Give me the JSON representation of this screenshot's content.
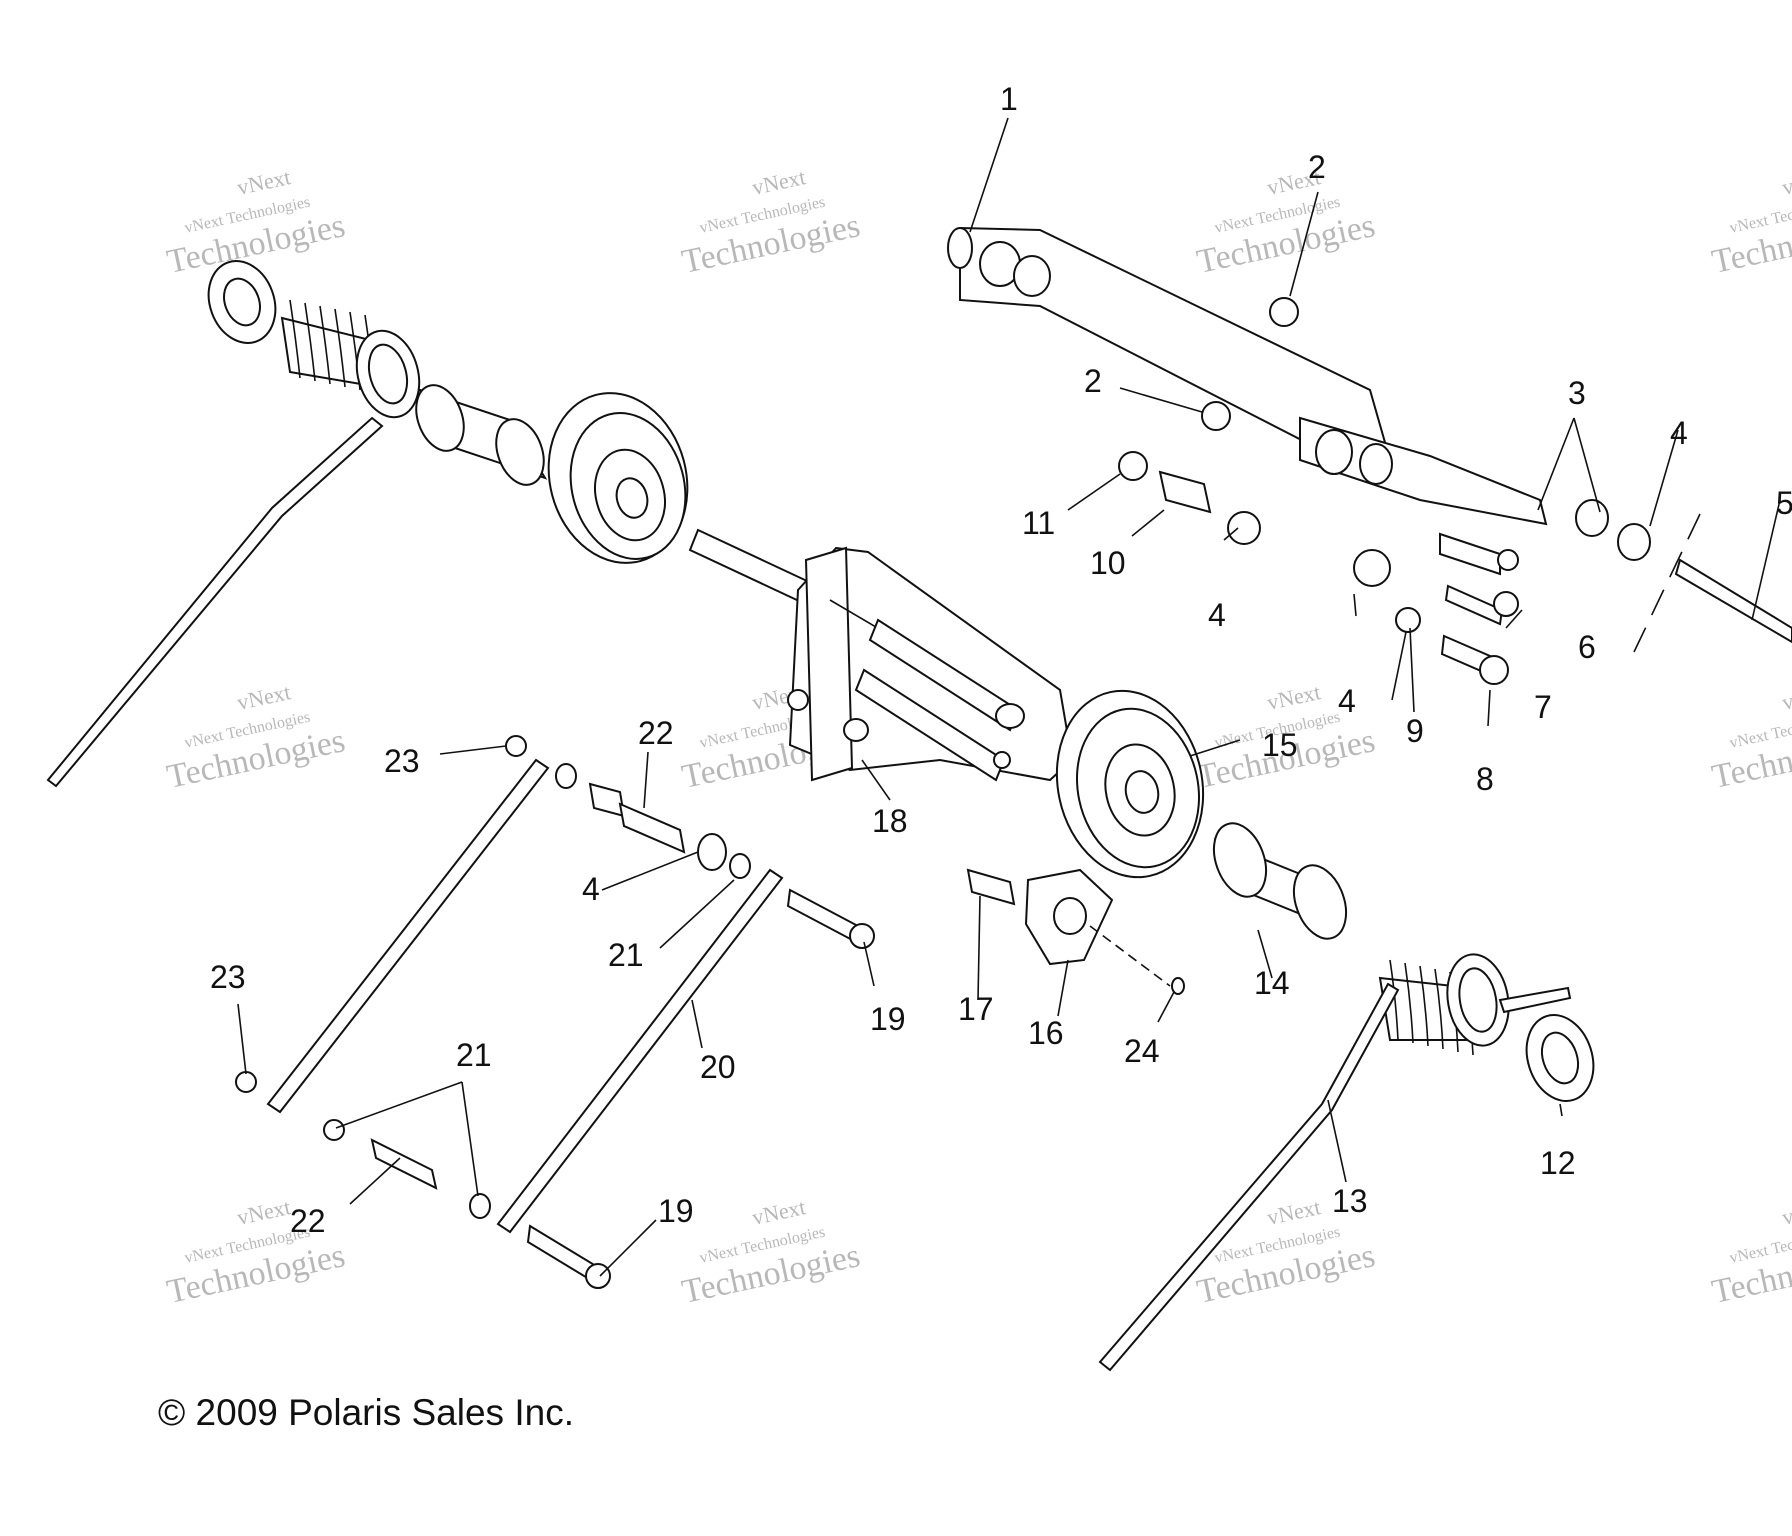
{
  "diagram": {
    "callouts": [
      "1",
      "2",
      "2",
      "3",
      "4",
      "5",
      "4",
      "6",
      "7",
      "4",
      "8",
      "9",
      "10",
      "11",
      "12",
      "13",
      "14",
      "15",
      "16",
      "17",
      "18",
      "19",
      "19",
      "20",
      "21",
      "21",
      "22",
      "22",
      "23",
      "23",
      "24",
      "4"
    ],
    "watermark_lines": [
      "vNext",
      "vNext Technologies",
      "Technologies"
    ]
  },
  "copyright": "© 2009 Polaris Sales Inc."
}
